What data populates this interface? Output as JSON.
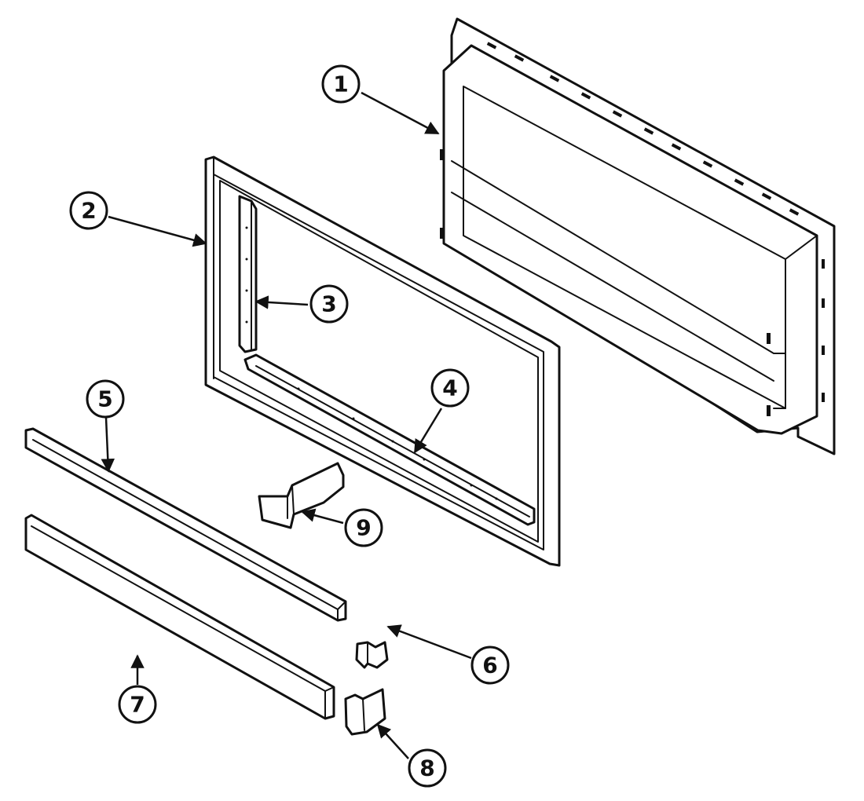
{
  "diagram": {
    "type": "exploded parts diagram",
    "callouts": [
      {
        "id": "1",
        "label": "1"
      },
      {
        "id": "2",
        "label": "2"
      },
      {
        "id": "3",
        "label": "3"
      },
      {
        "id": "4",
        "label": "4"
      },
      {
        "id": "5",
        "label": "5"
      },
      {
        "id": "6",
        "label": "6"
      },
      {
        "id": "7",
        "label": "7"
      },
      {
        "id": "8",
        "label": "8"
      },
      {
        "id": "9",
        "label": "9"
      }
    ]
  }
}
